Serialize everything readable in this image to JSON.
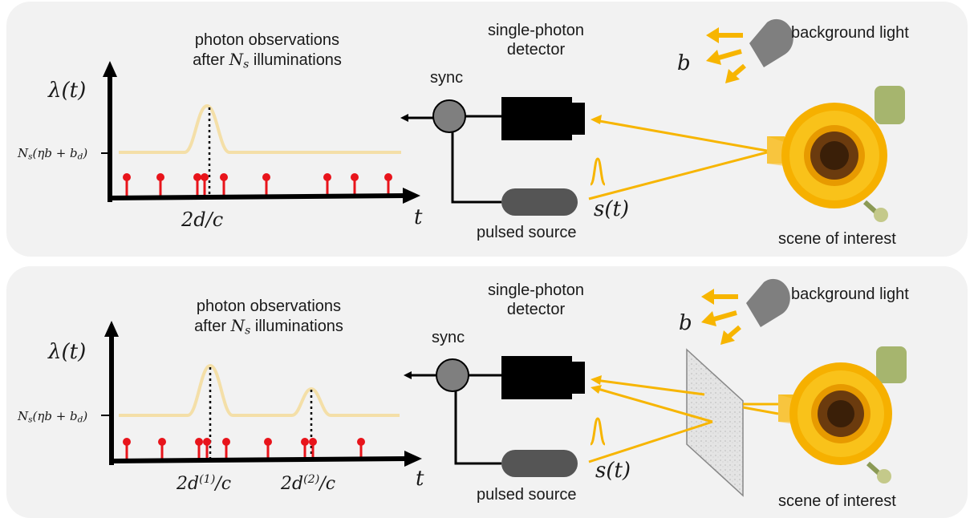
{
  "panels": [
    {
      "obs_line1": "photon observations",
      "obs_line2_pre": "after ",
      "obs_ns": "N",
      "obs_ns_sub": "s",
      "obs_line2_post": " illuminations",
      "lambda_label": "λ(t)",
      "t_label": "t",
      "baseline_pre": "N",
      "baseline_sub": "s",
      "baseline_post": "(ηb + b",
      "baseline_sub2": "d",
      "baseline_end": ")",
      "peak_labels": [
        {
          "text": "2d/c"
        }
      ],
      "sync": "sync",
      "detector_line1": "single-photon",
      "detector_line2": "detector",
      "pulsed_source": "pulsed source",
      "s_label": "s(t)",
      "b_label": "b",
      "background_light": "background light",
      "scene": "scene of interest"
    },
    {
      "obs_line1": "photon observations",
      "obs_line2_pre": "after ",
      "obs_ns": "N",
      "obs_ns_sub": "s",
      "obs_line2_post": " illuminations",
      "lambda_label": "λ(t)",
      "t_label": "t",
      "baseline_pre": "N",
      "baseline_sub": "s",
      "baseline_post": "(ηb + b",
      "baseline_sub2": "d",
      "baseline_end": ")",
      "peak_labels": [
        {
          "pre": "2d",
          "sup": "(1)",
          "post": "/c"
        },
        {
          "pre": "2d",
          "sup": "(2)",
          "post": "/c"
        }
      ],
      "sync": "sync",
      "detector_line1": "single-photon",
      "detector_line2": "detector",
      "pulsed_source": "pulsed source",
      "s_label": "s(t)",
      "b_label": "b",
      "background_light": "background light",
      "scene": "scene of interest"
    }
  ],
  "colors": {
    "panel_bg": "#f2f2f2",
    "photon_red": "#e8141b",
    "light_ray": "#f7b500",
    "intensity_curve": "#f4dfa8",
    "detector": "#000000",
    "source": "#555555",
    "lamp": "#7f7f7f"
  }
}
